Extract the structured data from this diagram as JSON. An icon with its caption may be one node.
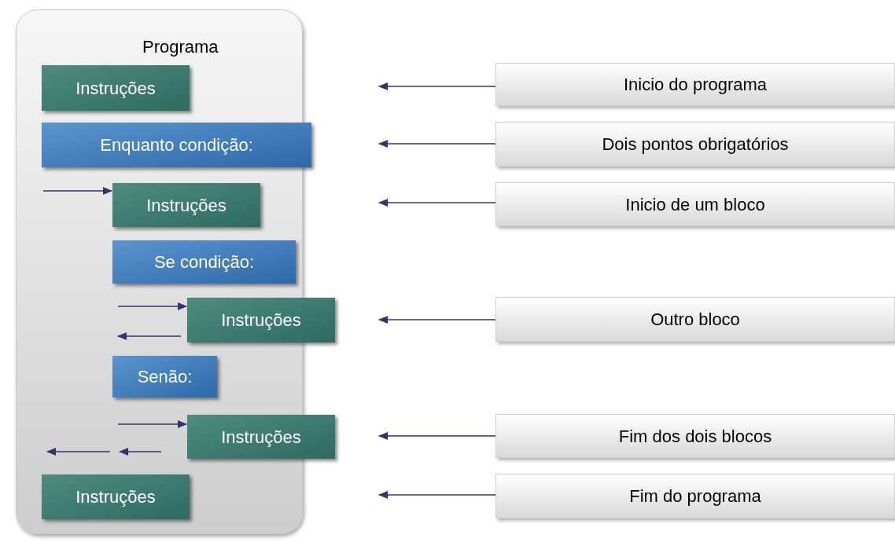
{
  "diagram": {
    "nodes": [
      {
        "text": [
          "Programa"
        ]
      },
      {
        "text": [
          "Instruções"
        ],
        "in": 0
      },
      {
        "text": [
          "Enquanto condição:"
        ],
        "in": 0
      },
      {
        "text": [
          "Instruções"
        ],
        "in": 0
      },
      {
        "text": [
          "Se condição:"
        ],
        "in": 0
      },
      {
        "text": [
          "Instruções"
        ],
        "in": 0
      },
      {
        "text": [
          "Senão:"
        ],
        "in": 0
      },
      {
        "text": [
          "Instruções"
        ],
        "in": 0
      },
      {
        "text": [
          "Instruções"
        ],
        "in": 0
      },
      {
        "text": [
          "Inicio do programa"
        ]
      },
      {
        "text": [
          "Dois pontos obrigatórios"
        ]
      },
      {
        "text": [
          "Inicio de um bloco"
        ]
      },
      {
        "text": [
          "Outro bloco"
        ]
      },
      {
        "text": [
          "Fim dos dois blocos"
        ]
      },
      {
        "text": [
          "Fim do programa"
        ]
      }
    ],
    "edges": [
      {
        "from": 9,
        "to": null,
        "arrow": "to"
      },
      {
        "from": 10,
        "to": null,
        "arrow": "to"
      },
      {
        "from": 11,
        "to": null,
        "arrow": "to"
      },
      {
        "from": 12,
        "to": null,
        "arrow": "to"
      },
      {
        "from": 13,
        "to": null,
        "arrow": "to"
      },
      {
        "from": 14,
        "to": null,
        "arrow": "to"
      },
      {
        "from": null,
        "to": 3,
        "arrow": "to"
      },
      {
        "from": null,
        "to": 5,
        "arrow": "to"
      },
      {
        "from": null,
        "to": 7,
        "arrow": "to"
      }
    ]
  }
}
